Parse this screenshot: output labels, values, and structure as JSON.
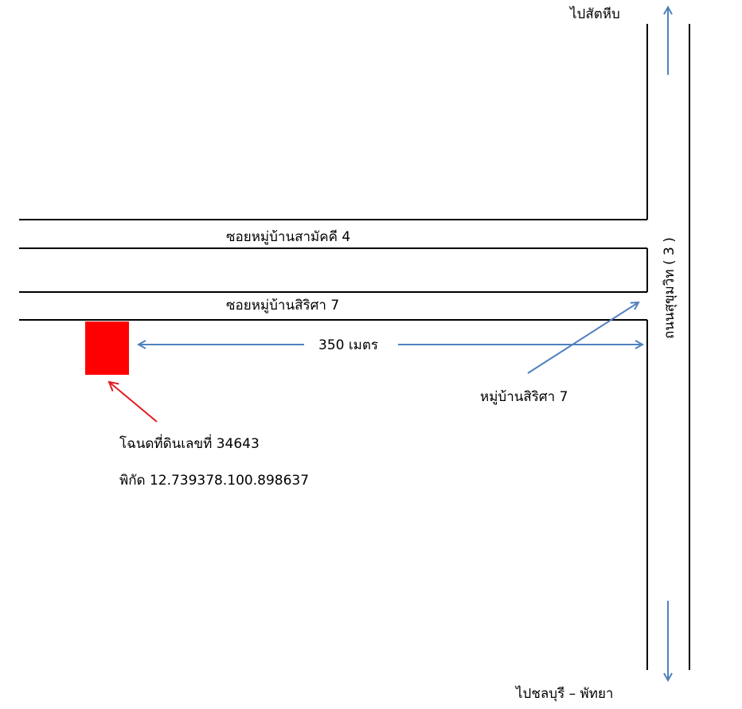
{
  "directions": {
    "north": "ไปสัตหีบ",
    "south": "ไปชลบุรี – พัทยา"
  },
  "roads": {
    "highway": "ถนนสุขุมวิท ( 3 )",
    "soi_upper": "ซอยหมู่บ้านสามัคคี 4",
    "soi_lower": "ซอยหมู่บ้านสิริศา 7"
  },
  "distance": {
    "label": "350 เมตร",
    "value": 350,
    "unit": "เมตร"
  },
  "village": {
    "label": "หมู่บ้านสิริศา 7"
  },
  "plot": {
    "deed": "โฉนดที่ดินเลขที่ 34643",
    "coordinates": "พิกัด 12.739378.100.898637"
  },
  "colors": {
    "road_line": "#000000",
    "arrow_blue": "#4f81bd",
    "plot_red": "#ff0000",
    "pointer_red": "#e31b23"
  }
}
